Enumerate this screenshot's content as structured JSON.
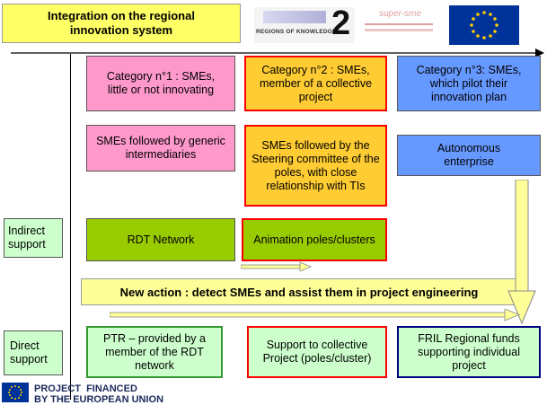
{
  "header": {
    "title": "Integration on the regional innovation system",
    "logo_regions": "REGIONS OF KNOWLEDGE",
    "logo_number": "2",
    "logo_super": "super-sme"
  },
  "categories": {
    "cat1": "Category n°1 : SMEs, little or not innovating",
    "cat2": "Category n°2 : SMEs, member of a collective project",
    "cat3": "Category n°3: SMEs, which pilot their innovation plan"
  },
  "followed": {
    "generic": "SMEs followed by generic intermediaries",
    "steering": "SMEs followed by the Steering committee of the poles, with close relationship with TIs",
    "autonomous": "Autonomous enterprise"
  },
  "support_labels": {
    "indirect": "Indirect support",
    "direct": "Direct support"
  },
  "indirect": {
    "rdt": "RDT Network",
    "animation": "Animation poles/clusters"
  },
  "new_action": "New action : detect SMEs and assist them in project engineering",
  "direct": {
    "ptr": "PTR – provided by a member of the RDT network",
    "collective": "Support to collective Project (poles/cluster)",
    "fril": "FRIL Regional funds supporting individual project"
  },
  "footer": {
    "line1": "PROJECT  FINANCED",
    "line2": "BY THE EUROPEAN UNION"
  },
  "colors": {
    "pink": "#ff99cc",
    "orange": "#ffcc33",
    "blue": "#6699ff",
    "green": "#99cc00",
    "light_green": "#ccffcc",
    "yellow": "#ffff66",
    "eu_blue": "#003399",
    "eu_star": "#ffcc00"
  }
}
